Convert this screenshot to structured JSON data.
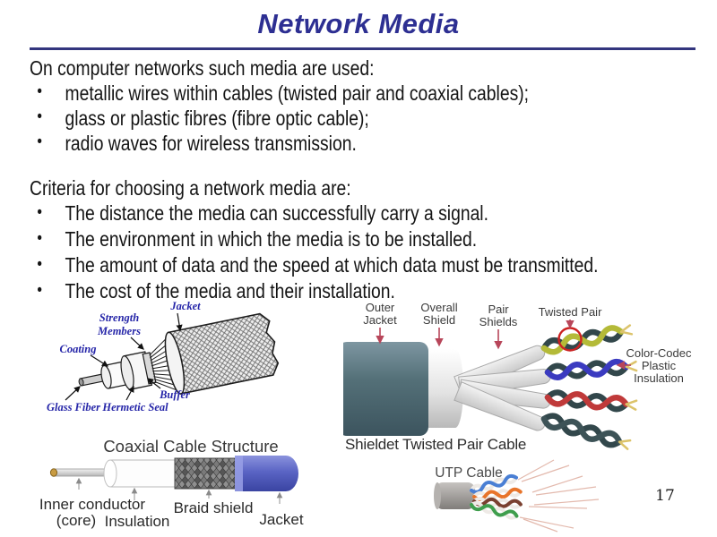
{
  "slide": {
    "title": "Network Media",
    "page_number": "17",
    "accent_color": "#2d2f92",
    "bullet_char": "•"
  },
  "intro": {
    "heading": "On computer networks such media are used:",
    "bullets": [
      "metallic wires within cables (twisted pair and coaxial cables);",
      "glass or plastic fibres (fibre optic cable);",
      "radio waves for wireless transmission."
    ]
  },
  "criteria": {
    "heading": "Criteria for choosing a network media are:",
    "bullets": [
      "The distance the media can successfully carry a signal.",
      "The environment in which the media is to be installed.",
      "The amount of data and the speed at which data must be transmitted.",
      "The cost of the media and their installation."
    ]
  },
  "fiber_diagram": {
    "labels": {
      "jacket": "Jacket",
      "strength_line1": "Strength",
      "strength_line2": "Members",
      "coating": "Coating",
      "buffer": "Buffer",
      "glass_fiber": "Glass Fiber",
      "hermetic_seal": "Hermetic Seal"
    }
  },
  "stp_diagram": {
    "caption": "Shieldet Twisted Pair Cable",
    "labels": {
      "outer_line1": "Outer",
      "outer_line2": "Jacket",
      "overall_line1": "Overall",
      "overall_line2": "Shield",
      "pair_line1": "Pair",
      "pair_line2": "Shields",
      "twisted_pair": "Twisted Pair",
      "color_codec_line1": "Color-Codec",
      "color_codec_line2": "Plastic",
      "color_codec_line3": "Insulation"
    },
    "pair_colors": [
      "#b4ba38",
      "#3b3bc0",
      "#c03a3a",
      "#32474b"
    ]
  },
  "coax_diagram": {
    "title": "Coaxial Cable Structure",
    "labels": {
      "inner_conductor_line1": "Inner conductor",
      "inner_conductor_line2": "(core)",
      "insulation": "Insulation",
      "braid_shield": "Braid shield",
      "jacket": "Jacket"
    }
  },
  "utp_diagram": {
    "label": "UTP Cable",
    "pair_colors": [
      "#4a7fd4",
      "#e8742a",
      "#7a4030",
      "#3f9e4d"
    ]
  }
}
